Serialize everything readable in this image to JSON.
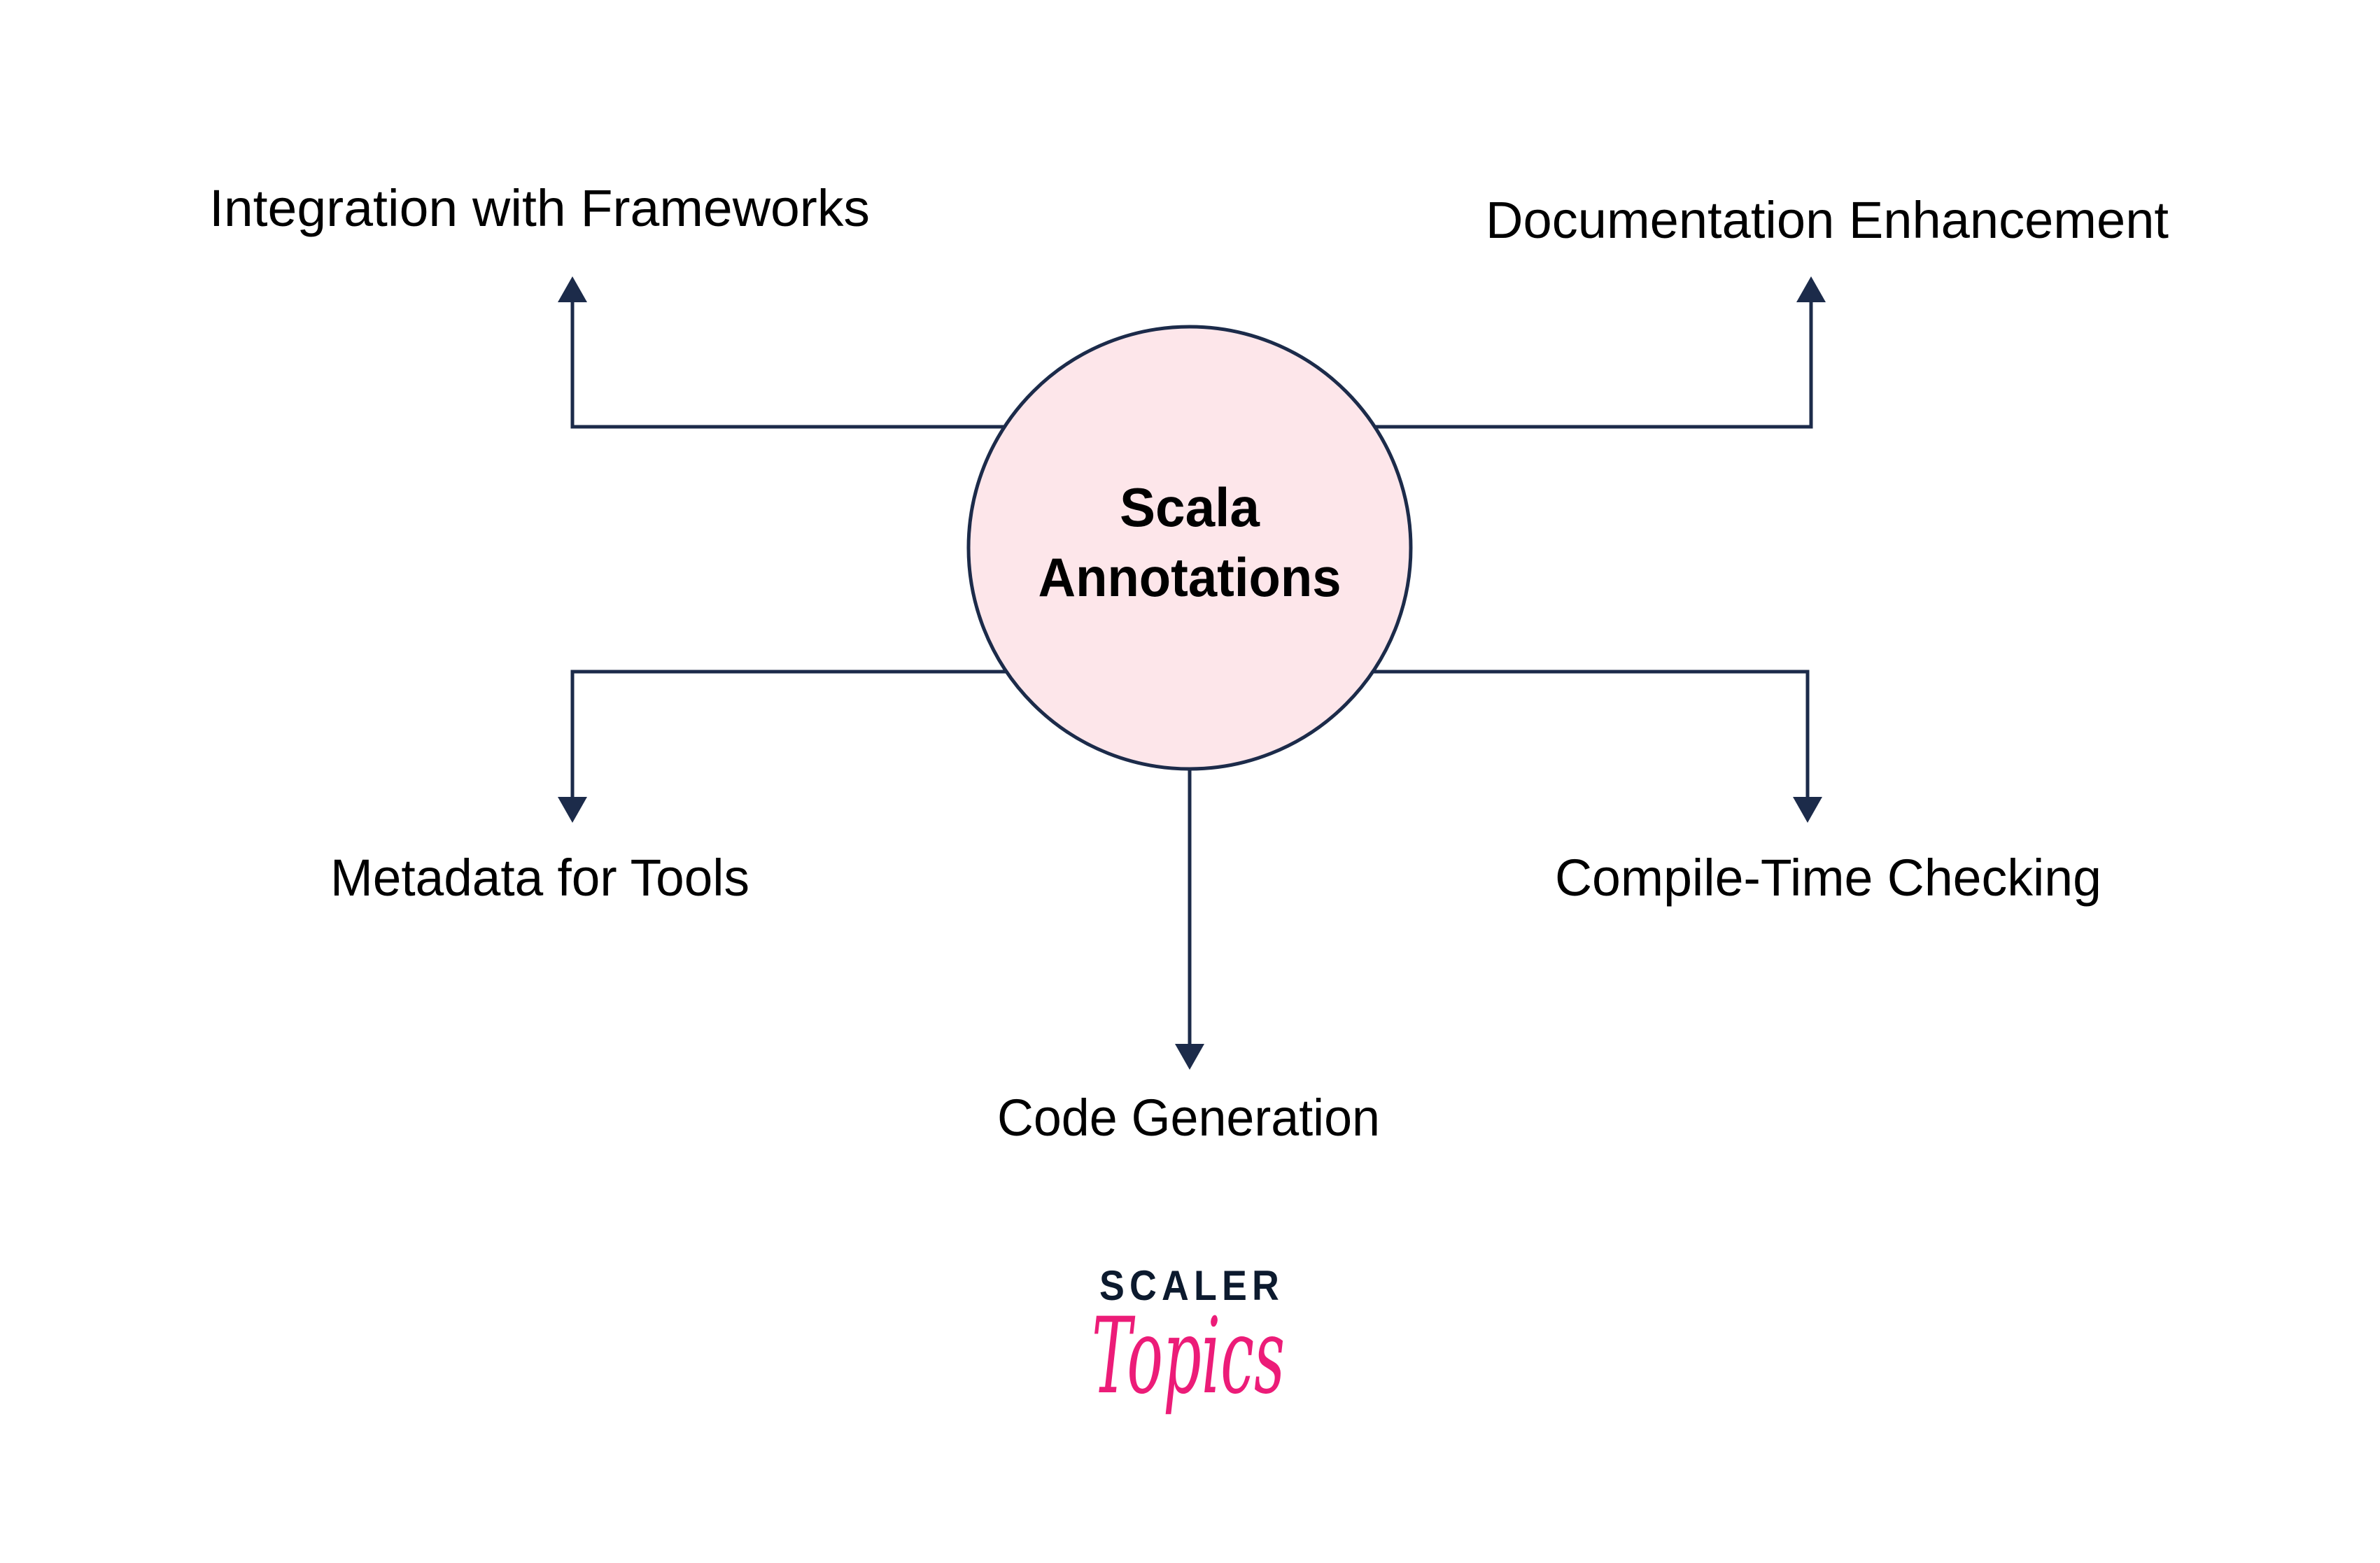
{
  "diagram": {
    "center": {
      "line1": "Scala",
      "line2": "Annotations"
    },
    "branches": [
      {
        "id": "integration",
        "label": "Integration with Frameworks"
      },
      {
        "id": "documentation",
        "label": "Documentation Enhancement"
      },
      {
        "id": "metadata",
        "label": "Metadata for Tools"
      },
      {
        "id": "compile-time",
        "label": "Compile-Time Checking"
      },
      {
        "id": "codegen",
        "label": "Code Generation"
      }
    ]
  },
  "logo": {
    "top": "SCALER",
    "bottom": "Topics"
  },
  "colors": {
    "hub_fill": "#fde6ea",
    "line": "#1c2b4a",
    "text": "#000000",
    "logo_dark": "#0c1a2e",
    "logo_pink": "#ec1c78"
  }
}
